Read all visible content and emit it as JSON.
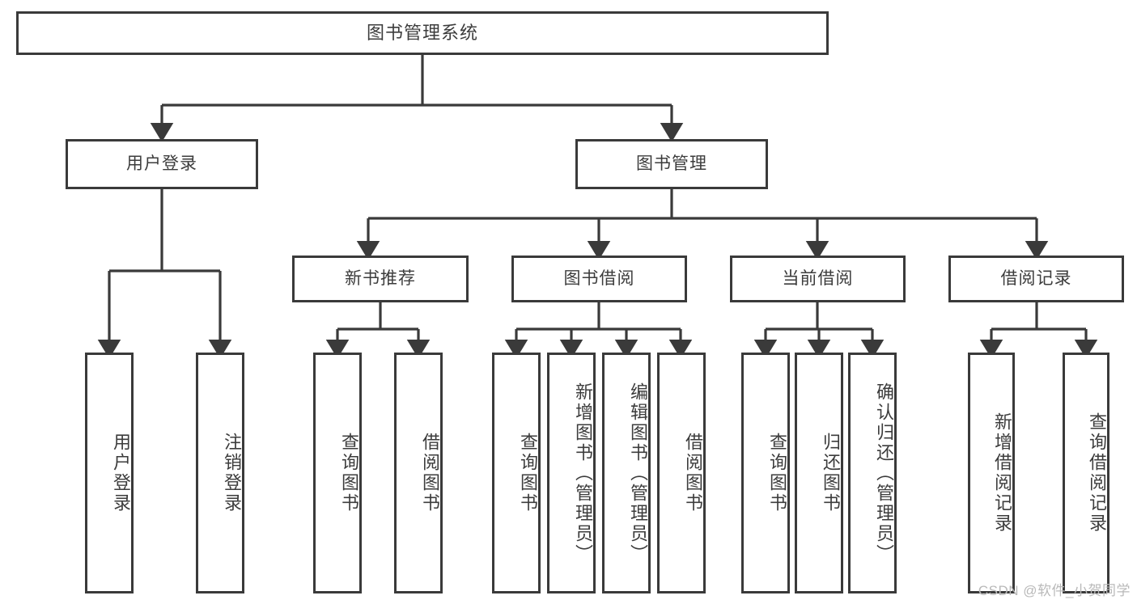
{
  "diagram": {
    "title": "图书管理系统",
    "type": "tree",
    "root": {
      "id": "root",
      "label": "图书管理系统"
    },
    "level1": [
      {
        "id": "user-login",
        "label": "用户登录"
      },
      {
        "id": "book-manage",
        "label": "图书管理"
      }
    ],
    "level2": [
      {
        "id": "new-book-recommend",
        "label": "新书推荐",
        "parent": "book-manage"
      },
      {
        "id": "book-borrow",
        "label": "图书借阅",
        "parent": "book-manage"
      },
      {
        "id": "current-borrow",
        "label": "当前借阅",
        "parent": "book-manage"
      },
      {
        "id": "borrow-record",
        "label": "借阅记录",
        "parent": "book-manage"
      }
    ],
    "leaves": [
      {
        "id": "leaf-user-login",
        "label": "用户登录",
        "parent": "user-login"
      },
      {
        "id": "leaf-logout",
        "label": "注销登录",
        "parent": "user-login"
      },
      {
        "id": "leaf-query-book-1",
        "label": "查询图书",
        "parent": "new-book-recommend"
      },
      {
        "id": "leaf-borrow-book-1",
        "label": "借阅图书",
        "parent": "new-book-recommend"
      },
      {
        "id": "leaf-query-book-2",
        "label": "查询图书",
        "parent": "book-borrow"
      },
      {
        "id": "leaf-add-book",
        "label": "新增图书（管理员）",
        "parent": "book-borrow"
      },
      {
        "id": "leaf-edit-book",
        "label": "编辑图书（管理员）",
        "parent": "book-borrow"
      },
      {
        "id": "leaf-borrow-book-2",
        "label": "借阅图书",
        "parent": "book-borrow"
      },
      {
        "id": "leaf-query-book-3",
        "label": "查询图书",
        "parent": "current-borrow"
      },
      {
        "id": "leaf-return-book",
        "label": "归还图书",
        "parent": "current-borrow"
      },
      {
        "id": "leaf-confirm-return",
        "label": "确认归还（管理员）",
        "parent": "current-borrow"
      },
      {
        "id": "leaf-add-record",
        "label": "新增借阅记录",
        "parent": "borrow-record"
      },
      {
        "id": "leaf-query-record",
        "label": "查询借阅记录",
        "parent": "borrow-record"
      }
    ]
  },
  "watermark": {
    "text": "CSDN @软件_小贺同学"
  },
  "colors": {
    "stroke": "#3a3a3a",
    "text": "#3c3c3c",
    "background": "#ffffff",
    "watermark": "#b9b9b9"
  }
}
